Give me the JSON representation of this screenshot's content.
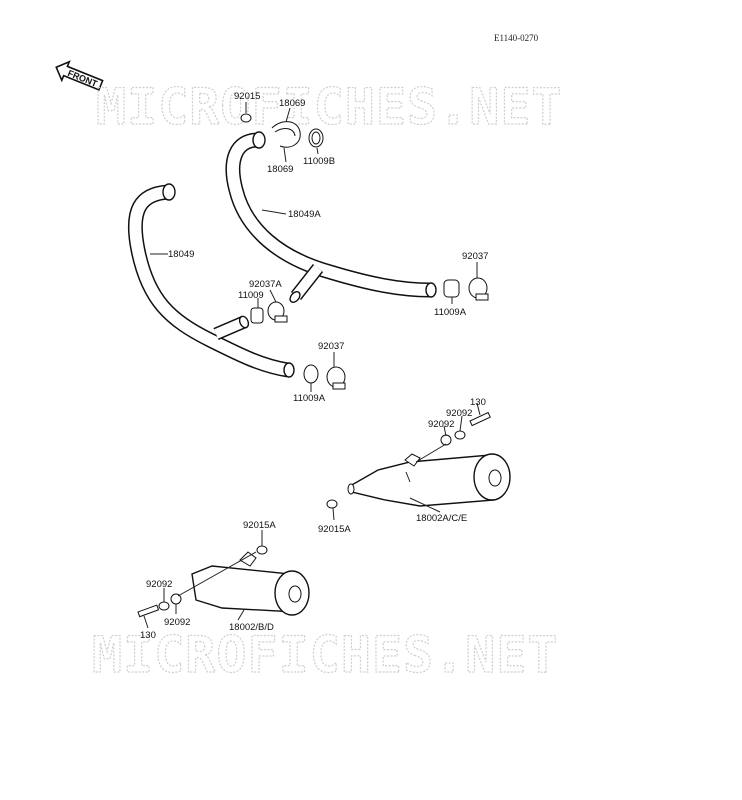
{
  "diagram_code": "E1140-0270",
  "front_label": "FRONT",
  "watermark": "MICROFICHES.NET",
  "labels": {
    "p92015": "92015",
    "p18069_top": "18069",
    "p18069_bottom": "18069",
    "p11009B": "11009B",
    "p18049A": "18049A",
    "p18049": "18049",
    "p92037A": "92037A",
    "p11009": "11009",
    "p92037_right": "92037",
    "p11009A_right": "11009A",
    "p92037_lower": "92037",
    "p11009A_lower": "11009A",
    "p130_right": "130",
    "p92092_right_a": "92092",
    "p92092_right_b": "92092",
    "p92015A_right": "92015A",
    "p18002ACE": "18002A/C/E",
    "p92015A_left": "92015A",
    "p92092_left_a": "92092",
    "p92092_left_b": "92092",
    "p130_left": "130",
    "p18002BD": "18002/B/D"
  }
}
